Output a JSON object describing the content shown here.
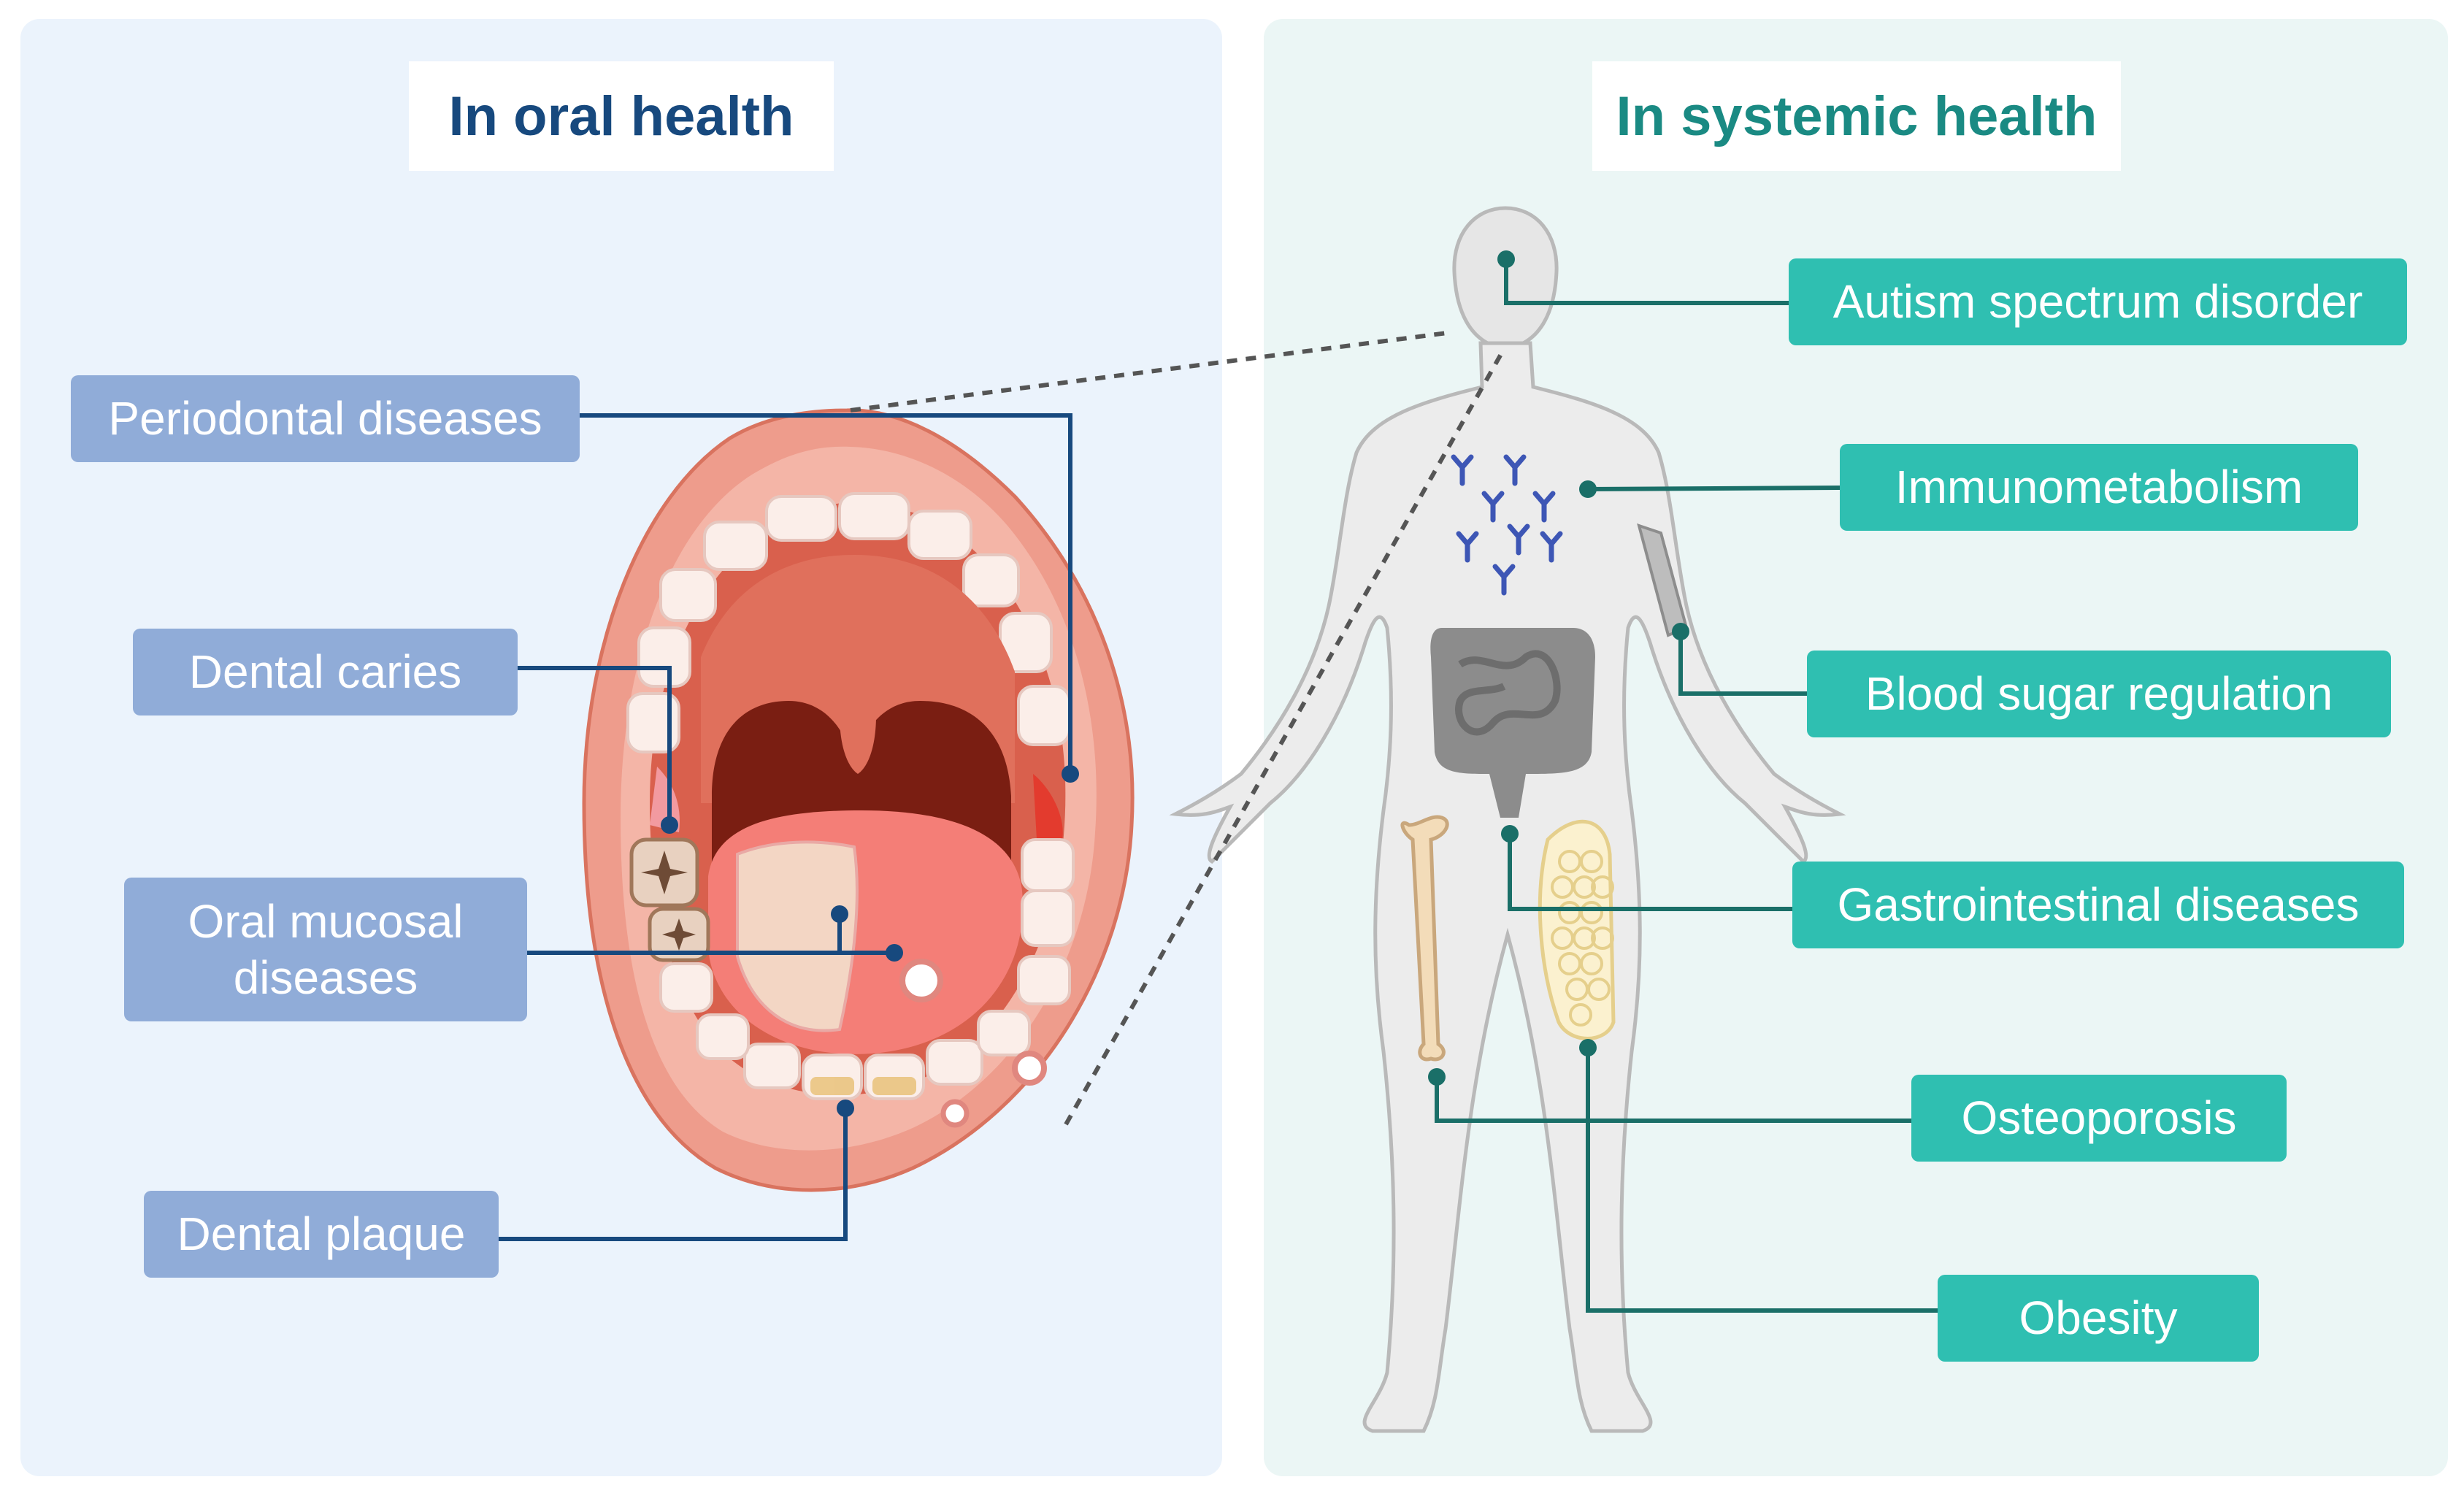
{
  "oral_panel": {
    "title": "In oral health",
    "labels": {
      "periodontal": "Periodontal diseases",
      "caries": "Dental caries",
      "mucosal": "Oral mucosal\ndiseases",
      "plaque": "Dental plaque"
    }
  },
  "systemic_panel": {
    "title": "In systemic health",
    "labels": {
      "autism": "Autism spectrum disorder",
      "immuno": "Immunometabolism",
      "blood_sugar": "Blood sugar regulation",
      "gi": "Gastrointestinal diseases",
      "osteoporosis": "Osteoporosis",
      "obesity": "Obesity"
    }
  },
  "colors": {
    "oral_panel_bg": "#ebf3fc",
    "systemic_panel_bg": "#ebf6f5",
    "oral_title": "#17497e",
    "systemic_title": "#1a8a83",
    "oral_label_bg": "#90acd8",
    "systemic_label_bg": "#2fbfb1",
    "oral_connector": "#17497e",
    "systemic_connector": "#1a6f68"
  }
}
